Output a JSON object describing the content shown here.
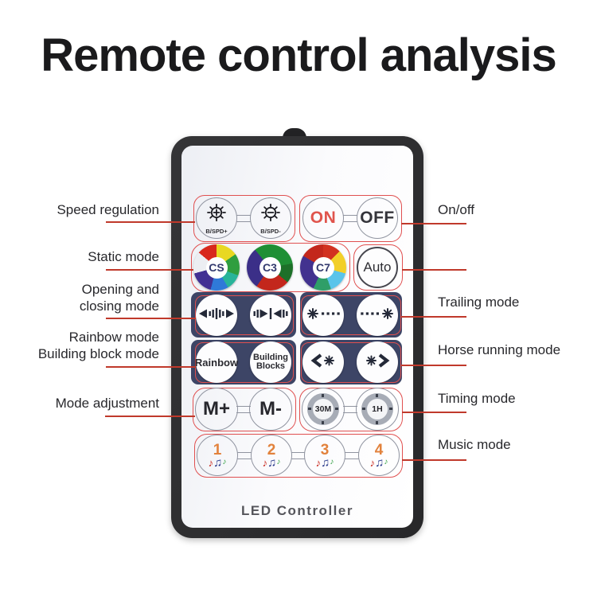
{
  "title": "Remote control analysis",
  "remote": {
    "brand": "LED Controller",
    "buttons": {
      "spd_plus": "B/SPD+",
      "spd_minus": "B/SPD-",
      "on": "ON",
      "off": "OFF",
      "cs": "CS",
      "c3": "C3",
      "c7": "C7",
      "auto": "Auto",
      "rainbow": "Rainbow",
      "building_1": "Building",
      "building_2": "Blocks",
      "m_plus": "M+",
      "m_minus": "M-",
      "t30": "30M",
      "t1h": "1H",
      "music": [
        "1",
        "2",
        "3",
        "4"
      ]
    },
    "notes": [
      "♪",
      "♫",
      "♪"
    ]
  },
  "annotations": {
    "left": [
      {
        "lines": [
          "Speed regulation"
        ]
      },
      {
        "lines": [
          "Static mode"
        ]
      },
      {
        "lines": [
          "Opening and",
          "closing mode"
        ]
      },
      {
        "lines": [
          "Rainbow mode",
          "Building block mode"
        ]
      },
      {
        "lines": [
          "Mode adjustment"
        ]
      }
    ],
    "right": [
      {
        "lines": [
          "On/off"
        ]
      },
      {
        "lines": []
      },
      {
        "lines": [
          "Trailing mode"
        ]
      },
      {
        "lines": [
          "Horse running mode"
        ]
      },
      {
        "lines": [
          "Timing mode"
        ]
      },
      {
        "lines": [
          "Music mode"
        ]
      }
    ]
  },
  "colors": {
    "accent_box": "#e05050",
    "leader_line": "#c0392b",
    "navy_panel": "#3d4566",
    "on_text": "#e0544c",
    "music_number": "#e2823c"
  }
}
